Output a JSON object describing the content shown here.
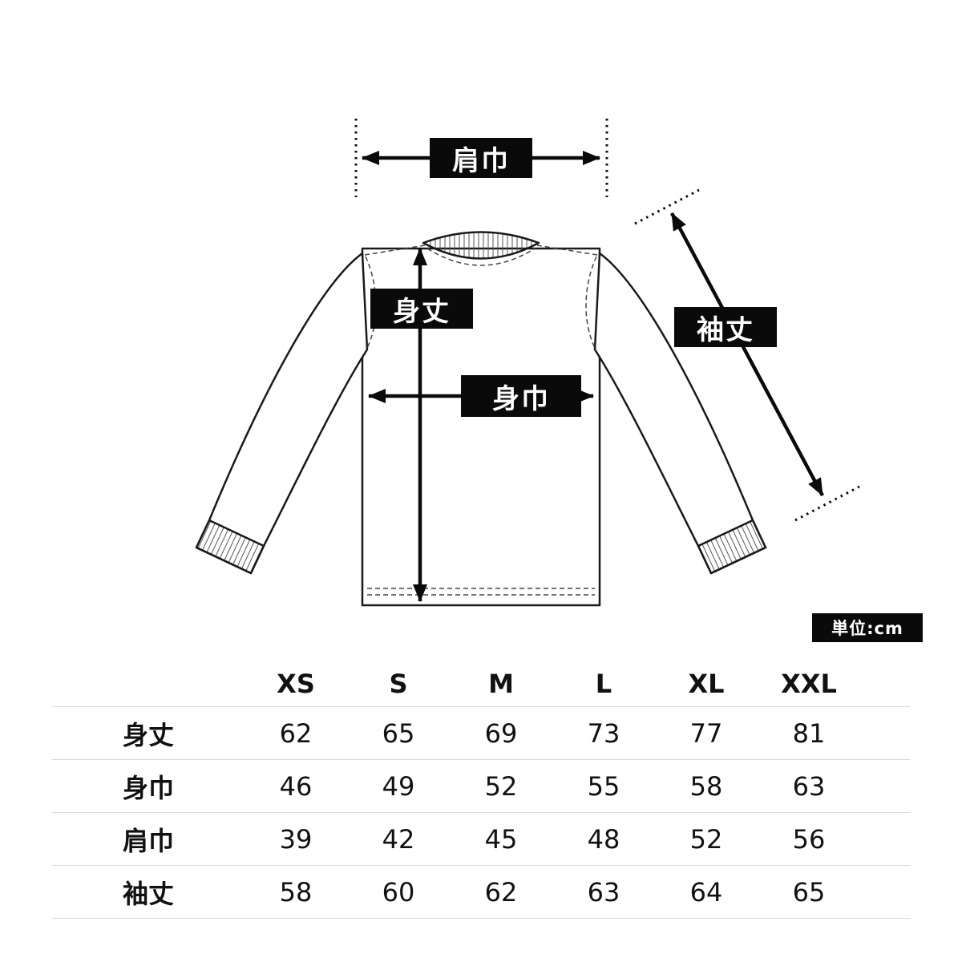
{
  "diagram": {
    "labels": {
      "shoulder_width": "肩巾",
      "body_length": "身丈",
      "body_width": "身巾",
      "sleeve_length": "袖丈"
    },
    "unit_note": "単位:cm"
  },
  "size_table": {
    "columns": [
      "XS",
      "S",
      "M",
      "L",
      "XL",
      "XXL"
    ],
    "rows": [
      {
        "label": "身丈",
        "values": [
          62,
          65,
          69,
          73,
          77,
          81
        ]
      },
      {
        "label": "身巾",
        "values": [
          46,
          49,
          52,
          55,
          58,
          63
        ]
      },
      {
        "label": "肩巾",
        "values": [
          39,
          42,
          45,
          48,
          52,
          56
        ]
      },
      {
        "label": "袖丈",
        "values": [
          58,
          60,
          62,
          63,
          64,
          65
        ]
      }
    ]
  }
}
